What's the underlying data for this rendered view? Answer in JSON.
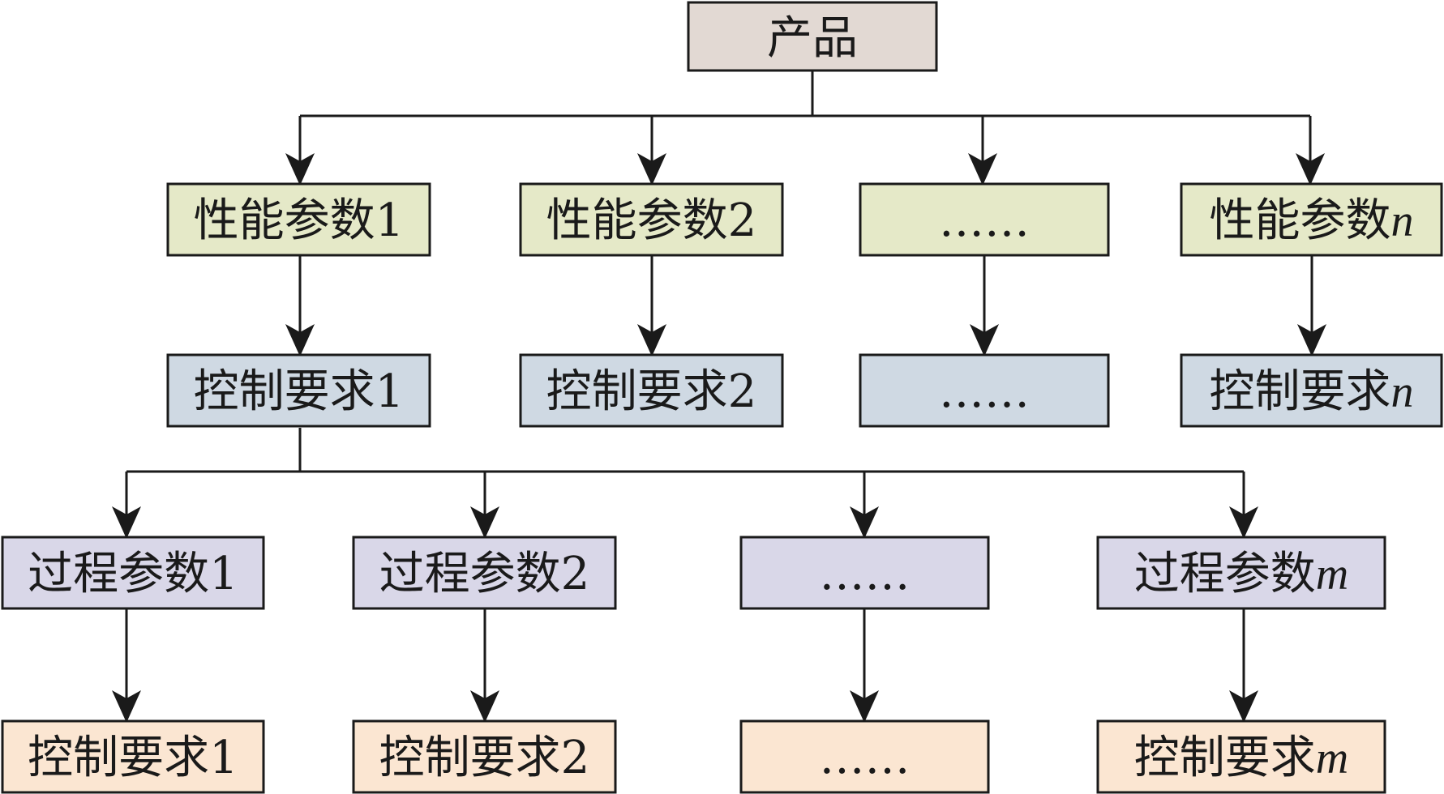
{
  "colors": {
    "product": "#e2d9d3",
    "performance": "#e5e9c8",
    "control_top": "#cfd9e3",
    "process": "#d9d7e8",
    "control_bottom": "#fbe6d2",
    "stroke": "#1a1a1a"
  },
  "product": {
    "label": "产品"
  },
  "performance_params": [
    {
      "label": "性能参数1",
      "base": "性能参数",
      "suffix": "1",
      "suffix_italic": false
    },
    {
      "label": "性能参数2",
      "base": "性能参数",
      "suffix": "2",
      "suffix_italic": false
    },
    {
      "label": "……",
      "base": "……",
      "suffix": "",
      "suffix_italic": false
    },
    {
      "label": "性能参数n",
      "base": "性能参数",
      "suffix": "n",
      "suffix_italic": true
    }
  ],
  "control_requirements_top": [
    {
      "label": "控制要求1",
      "base": "控制要求",
      "suffix": "1",
      "suffix_italic": false
    },
    {
      "label": "控制要求2",
      "base": "控制要求",
      "suffix": "2",
      "suffix_italic": false
    },
    {
      "label": "……",
      "base": "……",
      "suffix": "",
      "suffix_italic": false
    },
    {
      "label": "控制要求n",
      "base": "控制要求",
      "suffix": "n",
      "suffix_italic": true
    }
  ],
  "process_params": [
    {
      "label": "过程参数1",
      "base": "过程参数",
      "suffix": "1",
      "suffix_italic": false
    },
    {
      "label": "过程参数2",
      "base": "过程参数",
      "suffix": "2",
      "suffix_italic": false
    },
    {
      "label": "……",
      "base": "……",
      "suffix": "",
      "suffix_italic": false
    },
    {
      "label": "过程参数m",
      "base": "过程参数",
      "suffix": "m",
      "suffix_italic": true
    }
  ],
  "control_requirements_bottom": [
    {
      "label": "控制要求1",
      "base": "控制要求",
      "suffix": "1",
      "suffix_italic": false
    },
    {
      "label": "控制要求2",
      "base": "控制要求",
      "suffix": "2",
      "suffix_italic": false
    },
    {
      "label": "……",
      "base": "……",
      "suffix": "",
      "suffix_italic": false
    },
    {
      "label": "控制要求m",
      "base": "控制要求",
      "suffix": "m",
      "suffix_italic": true
    }
  ]
}
